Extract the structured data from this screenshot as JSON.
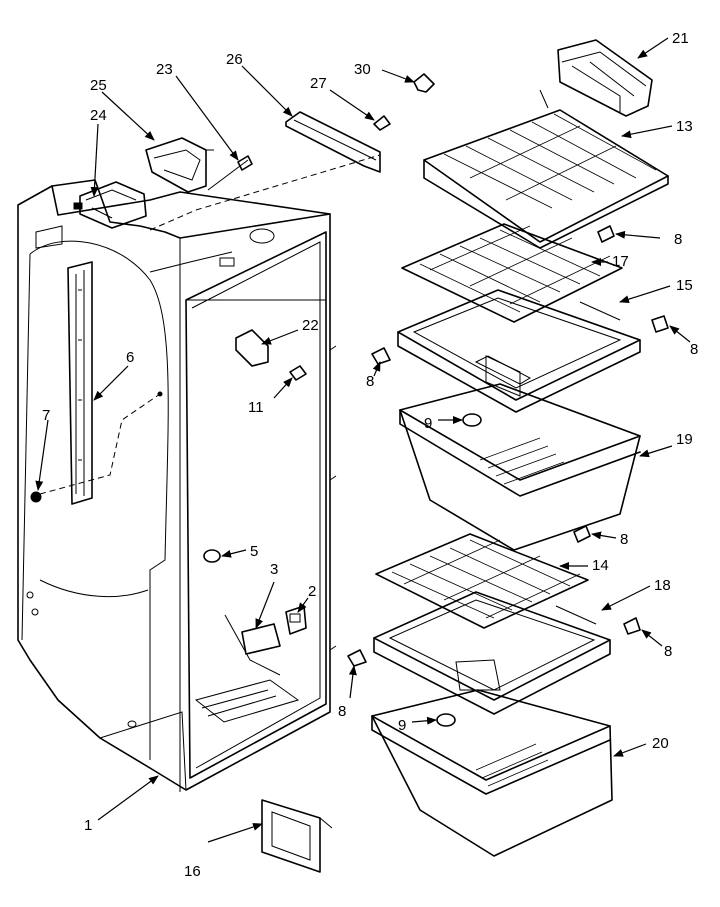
{
  "callouts": {
    "c1": "1",
    "c2": "2",
    "c3": "3",
    "c5": "5",
    "c6": "6",
    "c7": "7",
    "c8a": "8",
    "c8b": "8",
    "c8c": "8",
    "c8d": "8",
    "c8e": "8",
    "c8f": "8",
    "c9a": "9",
    "c9b": "9",
    "c11": "11",
    "c13": "13",
    "c14": "14",
    "c15": "15",
    "c16": "16",
    "c17": "17",
    "c18": "18",
    "c19": "19",
    "c20": "20",
    "c21": "21",
    "c22": "22",
    "c23": "23",
    "c24": "24",
    "c25": "25",
    "c26": "26",
    "c27": "27",
    "c30": "30"
  }
}
